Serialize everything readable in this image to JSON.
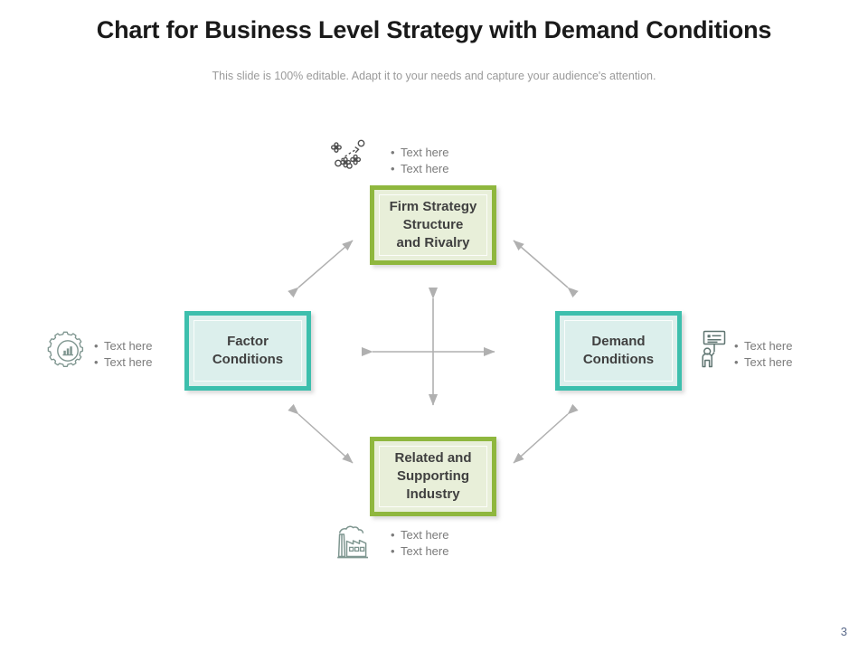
{
  "header": {
    "title": "Chart for Business Level Strategy with Demand Conditions",
    "subtitle": "This slide is 100% editable. Adapt it to your needs and capture your audience's attention."
  },
  "colors": {
    "green_border": "#8fb73e",
    "green_fill": "#e8efd9",
    "teal_border": "#3dbfad",
    "teal_fill": "#dcefec",
    "arrow": "#b0b0b0",
    "body_text": "#7b7b7b",
    "box_text": "#404040",
    "subtitle_text": "#9a9a9a",
    "title_text": "#1a1a1a"
  },
  "diagram": {
    "type": "diamond-model",
    "nodes": [
      {
        "id": "firm-strategy",
        "label": "Firm Strategy\nStructure\nand Rivalry",
        "lines": [
          "Firm Strategy",
          "Structure",
          "and Rivalry"
        ],
        "style": "green",
        "position": "top"
      },
      {
        "id": "factor-conditions",
        "label": "Factor\nConditions",
        "lines": [
          "Factor",
          "Conditions"
        ],
        "style": "teal",
        "position": "left"
      },
      {
        "id": "demand-conditions",
        "label": "Demand\nConditions",
        "lines": [
          "Demand",
          "Conditions"
        ],
        "style": "teal",
        "position": "right"
      },
      {
        "id": "related-supporting",
        "label": "Related and\nSupporting\nIndustry",
        "lines": [
          "Related and",
          "Supporting",
          "Industry"
        ],
        "style": "green",
        "position": "bottom"
      }
    ],
    "center_connector": "four-way-double-arrow-cross",
    "diagonal_connectors": [
      "top-left-double-arrow",
      "top-right-double-arrow",
      "bottom-left-double-arrow",
      "bottom-right-double-arrow"
    ]
  },
  "annotations": {
    "top": {
      "icon": "strategy-playbook-icon",
      "bullets": [
        "Text here",
        "Text here"
      ]
    },
    "left": {
      "icon": "gear-bar-chart-icon",
      "bullets": [
        "Text here",
        "Text here"
      ]
    },
    "right": {
      "icon": "person-holding-sign-icon",
      "bullets": [
        "Text here",
        "Text here"
      ]
    },
    "bottom": {
      "icon": "factory-icon",
      "bullets": [
        "Text here",
        "Text here"
      ]
    }
  },
  "footer": {
    "page_number": "3"
  },
  "bullet_glyph": "•"
}
